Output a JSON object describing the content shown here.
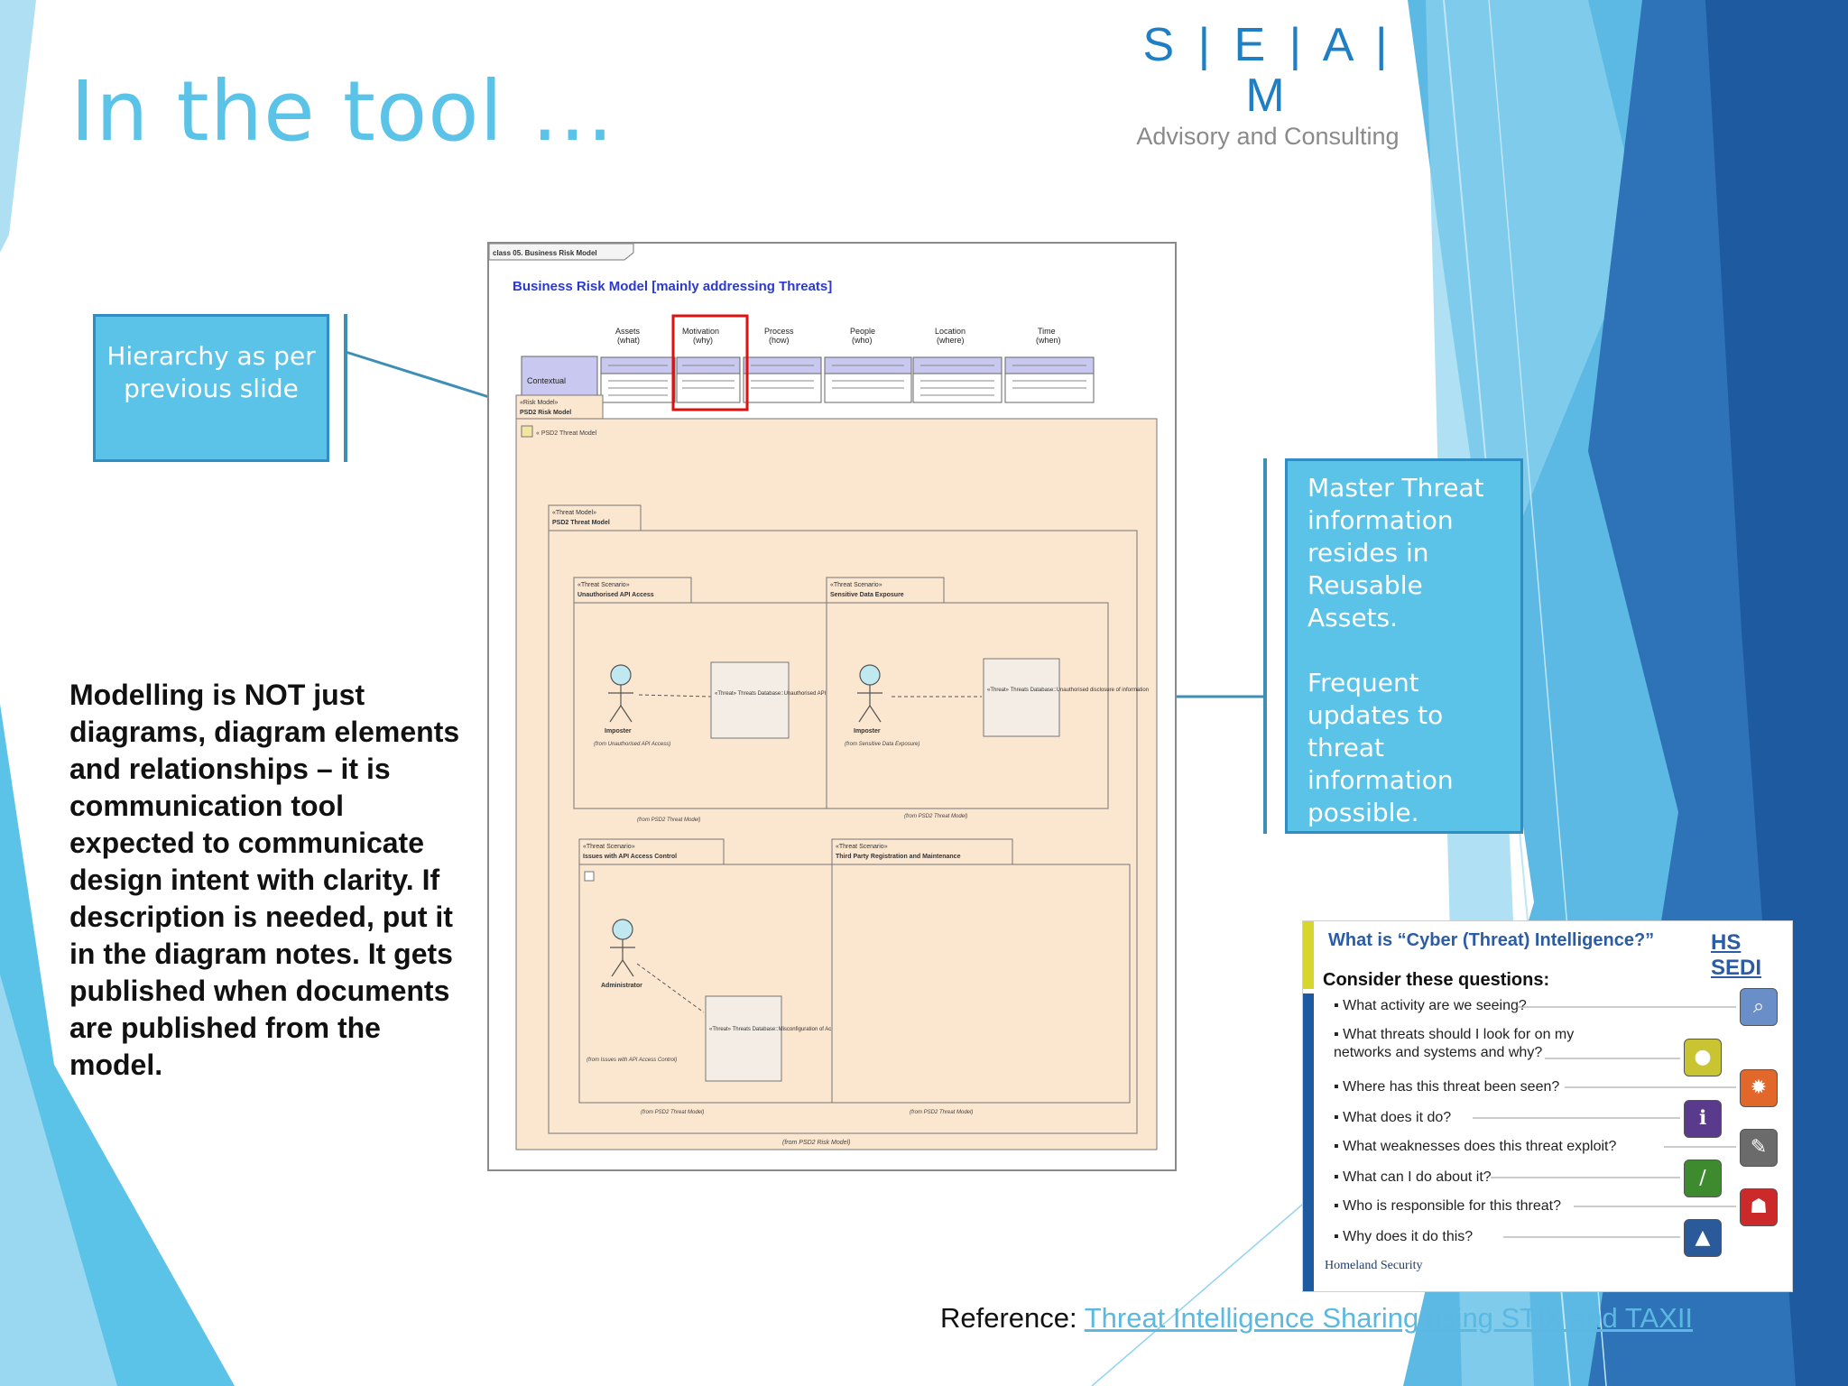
{
  "slide": {
    "title": "In the tool …",
    "logo": {
      "main": "S | E | A | M",
      "sub": "Advisory and Consulting"
    },
    "callout_left": {
      "text": "Hierarchy as per previous slide"
    },
    "callout_right": {
      "para1": "Master Threat information resides in Reusable Assets.",
      "para2": "Frequent updates to threat information possible."
    },
    "body_text": "Modelling is NOT just diagrams, diagram elements and relationships – it is communication tool expected to communicate design intent with clarity. If description is needed, put it in the diagram notes. It gets published when documents are published from the model.",
    "reference": {
      "prefix": "Reference: ",
      "link_text": "Threat Intelligence Sharing using STIX and TAXII"
    }
  },
  "diagram": {
    "frame_label": "class 05. Business Risk Model",
    "title": "Business Risk Model [mainly addressing Threats]",
    "columns": [
      {
        "name": "Assets",
        "q": "(what)"
      },
      {
        "name": "Motivation",
        "q": "(why)"
      },
      {
        "name": "Process",
        "q": "(how)"
      },
      {
        "name": "People",
        "q": "(who)"
      },
      {
        "name": "Location",
        "q": "(where)"
      },
      {
        "name": "Time",
        "q": "(when)"
      }
    ],
    "row_label": "Contextual",
    "risk_package": {
      "stereo": "«Risk Model»",
      "name": "PSD2 Risk Model",
      "note": "« PSD2 Threat Model",
      "footer": "(from PSD2 Risk Model)"
    },
    "threat_package": {
      "stereo": "«Threat Model»",
      "name": "PSD2 Threat Model"
    },
    "scenarios": [
      {
        "stereo": "«Threat Scenario»",
        "name": "Unauthorised API Access",
        "actor": "Imposter",
        "from": "(from Unauthorised API Access)",
        "threat": "«Threat» Threats Database::Unauthorised API Access",
        "footer": "(from PSD2 Threat Model)"
      },
      {
        "stereo": "«Threat Scenario»",
        "name": "Sensitive Data Exposure",
        "actor": "Imposter",
        "from": "(from Sensitive Data Exposure)",
        "threat": "«Threat» Threats Database::Unauthorised disclosure of information",
        "footer": "(from PSD2 Threat Model)"
      },
      {
        "stereo": "«Threat Scenario»",
        "name": "Issues with API Access Control",
        "actor": "Administrator",
        "from": "(from Issues with API Access Control)",
        "threat": "«Threat» Threats Database::Misconfiguration of Access Control",
        "footer": "(from PSD2 Threat Model)"
      },
      {
        "stereo": "«Threat Scenario»",
        "name": "Third Party Registration and Maintenance",
        "footer": "(from PSD2 Threat Model)"
      }
    ]
  },
  "cti": {
    "title": "What is “Cyber (Threat) Intelligence?”",
    "logo": "HS SEDI",
    "subtitle": "Consider these questions:",
    "questions": [
      "What activity are we seeing?",
      "What threats should I look for on my networks and systems and why?",
      "Where has this threat been seen?",
      "What does it do?",
      "What weaknesses does this threat exploit?",
      "What can I do about it?",
      "Who is responsible for this threat?",
      "Why does it do this?"
    ],
    "footer": "Homeland Security",
    "icons": [
      {
        "name": "observable-icon",
        "color": "#6a8fc8",
        "glyph": "⌕"
      },
      {
        "name": "indicator-icon",
        "color": "#c9c431",
        "glyph": "●"
      },
      {
        "name": "incident-icon",
        "color": "#e2672a",
        "glyph": "✹"
      },
      {
        "name": "ttp-icon",
        "color": "#5a3a8c",
        "glyph": "ℹ"
      },
      {
        "name": "exploit-target-icon",
        "color": "#6b6b6b",
        "glyph": "✎"
      },
      {
        "name": "course-of-action-icon",
        "color": "#3e8a2e",
        "glyph": "∕"
      },
      {
        "name": "threat-actor-icon",
        "color": "#cc2a2a",
        "glyph": "☗"
      },
      {
        "name": "campaign-icon",
        "color": "#2a5a9a",
        "glyph": "▲"
      }
    ]
  }
}
